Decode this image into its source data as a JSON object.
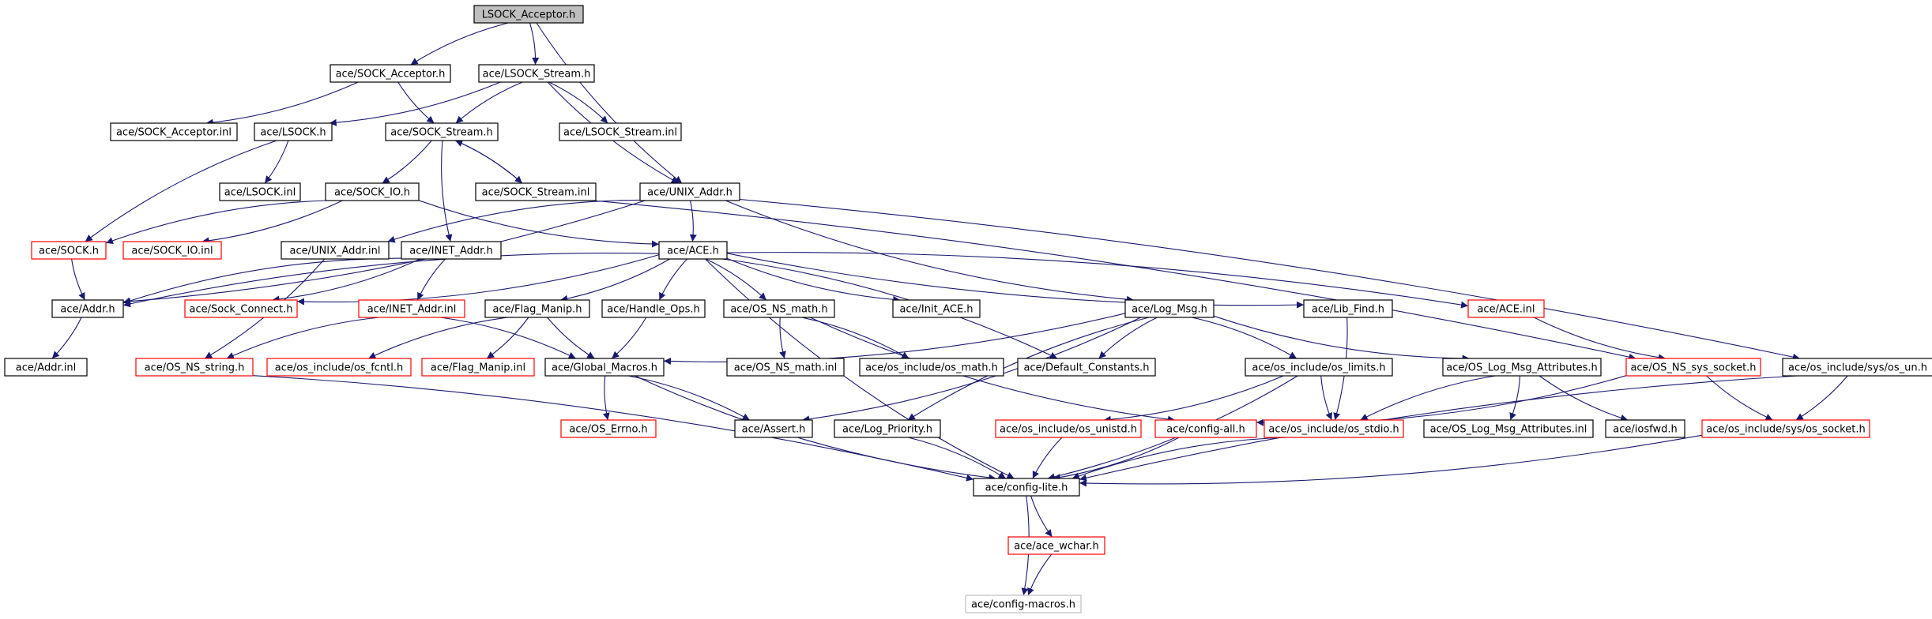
{
  "diagram": {
    "type": "include-dependency-graph",
    "colors": {
      "edge": "#191970",
      "normal_border": "#000000",
      "truncated_border": "#ff0000",
      "missing_border": "#bfbfbf",
      "root_fill": "#bfbfbf",
      "normal_fill": "#ffffff",
      "text": "#000000"
    },
    "nodes": [
      {
        "id": "lsock_acceptor_h",
        "label": "LSOCK_Acceptor.h",
        "style": "root"
      },
      {
        "id": "sock_acceptor_h",
        "label": "ace/SOCK_Acceptor.h",
        "style": "normal"
      },
      {
        "id": "lsock_stream_h",
        "label": "ace/LSOCK_Stream.h",
        "style": "normal"
      },
      {
        "id": "sock_acceptor_inl",
        "label": "ace/SOCK_Acceptor.inl",
        "style": "normal"
      },
      {
        "id": "lsock_h",
        "label": "ace/LSOCK.h",
        "style": "normal"
      },
      {
        "id": "sock_stream_h",
        "label": "ace/SOCK_Stream.h",
        "style": "normal"
      },
      {
        "id": "lsock_stream_inl",
        "label": "ace/LSOCK_Stream.inl",
        "style": "normal"
      },
      {
        "id": "lsock_inl",
        "label": "ace/LSOCK.inl",
        "style": "normal"
      },
      {
        "id": "sock_io_h",
        "label": "ace/SOCK_IO.h",
        "style": "normal"
      },
      {
        "id": "sock_stream_inl",
        "label": "ace/SOCK_Stream.inl",
        "style": "normal"
      },
      {
        "id": "unix_addr_h",
        "label": "ace/UNIX_Addr.h",
        "style": "normal"
      },
      {
        "id": "sock_h",
        "label": "ace/SOCK.h",
        "style": "truncated"
      },
      {
        "id": "sock_io_inl",
        "label": "ace/SOCK_IO.inl",
        "style": "truncated"
      },
      {
        "id": "unix_addr_inl",
        "label": "ace/UNIX_Addr.inl",
        "style": "normal"
      },
      {
        "id": "inet_addr_h",
        "label": "ace/INET_Addr.h",
        "style": "normal"
      },
      {
        "id": "ace_h",
        "label": "ace/ACE.h",
        "style": "normal"
      },
      {
        "id": "addr_h",
        "label": "ace/Addr.h",
        "style": "normal"
      },
      {
        "id": "sock_connect_h",
        "label": "ace/Sock_Connect.h",
        "style": "truncated"
      },
      {
        "id": "inet_addr_inl",
        "label": "ace/INET_Addr.inl",
        "style": "truncated"
      },
      {
        "id": "flag_manip_h",
        "label": "ace/Flag_Manip.h",
        "style": "normal"
      },
      {
        "id": "handle_ops_h",
        "label": "ace/Handle_Ops.h",
        "style": "normal"
      },
      {
        "id": "os_ns_math_h",
        "label": "ace/OS_NS_math.h",
        "style": "normal"
      },
      {
        "id": "init_ace_h",
        "label": "ace/Init_ACE.h",
        "style": "normal"
      },
      {
        "id": "log_msg_h",
        "label": "ace/Log_Msg.h",
        "style": "normal"
      },
      {
        "id": "lib_find_h",
        "label": "ace/Lib_Find.h",
        "style": "normal"
      },
      {
        "id": "ace_inl",
        "label": "ace/ACE.inl",
        "style": "truncated"
      },
      {
        "id": "addr_inl",
        "label": "ace/Addr.inl",
        "style": "normal"
      },
      {
        "id": "os_ns_string_h",
        "label": "ace/OS_NS_string.h",
        "style": "truncated"
      },
      {
        "id": "os_fcntl_h",
        "label": "ace/os_include/os_fcntl.h",
        "style": "truncated"
      },
      {
        "id": "flag_manip_inl",
        "label": "ace/Flag_Manip.inl",
        "style": "truncated"
      },
      {
        "id": "global_macros_h",
        "label": "ace/Global_Macros.h",
        "style": "normal"
      },
      {
        "id": "os_ns_math_inl",
        "label": "ace/OS_NS_math.inl",
        "style": "normal"
      },
      {
        "id": "os_math_h",
        "label": "ace/os_include/os_math.h",
        "style": "normal"
      },
      {
        "id": "default_constants_h",
        "label": "ace/Default_Constants.h",
        "style": "normal"
      },
      {
        "id": "os_limits_h",
        "label": "ace/os_include/os_limits.h",
        "style": "normal"
      },
      {
        "id": "os_log_msg_attributes_h",
        "label": "ace/OS_Log_Msg_Attributes.h",
        "style": "normal"
      },
      {
        "id": "os_ns_sys_socket_h",
        "label": "ace/OS_NS_sys_socket.h",
        "style": "truncated"
      },
      {
        "id": "sys_os_un_h",
        "label": "ace/os_include/sys/os_un.h",
        "style": "normal"
      },
      {
        "id": "os_errno_h",
        "label": "ace/OS_Errno.h",
        "style": "truncated"
      },
      {
        "id": "assert_h",
        "label": "ace/Assert.h",
        "style": "normal"
      },
      {
        "id": "log_priority_h",
        "label": "ace/Log_Priority.h",
        "style": "normal"
      },
      {
        "id": "os_unistd_h",
        "label": "ace/os_include/os_unistd.h",
        "style": "truncated"
      },
      {
        "id": "config_all_h",
        "label": "ace/config-all.h",
        "style": "truncated"
      },
      {
        "id": "os_stdio_h",
        "label": "ace/os_include/os_stdio.h",
        "style": "truncated"
      },
      {
        "id": "os_log_msg_attributes_inl",
        "label": "ace/OS_Log_Msg_Attributes.inl",
        "style": "normal"
      },
      {
        "id": "iosfwd_h",
        "label": "ace/iosfwd.h",
        "style": "normal"
      },
      {
        "id": "sys_os_socket_h",
        "label": "ace/os_include/sys/os_socket.h",
        "style": "truncated"
      },
      {
        "id": "config_lite_h",
        "label": "ace/config-lite.h",
        "style": "normal"
      },
      {
        "id": "ace_wchar_h",
        "label": "ace/ace_wchar.h",
        "style": "truncated"
      },
      {
        "id": "config_macros_h",
        "label": "ace/config-macros.h",
        "style": "missing"
      }
    ],
    "edges": [
      [
        "lsock_acceptor_h",
        "sock_acceptor_h"
      ],
      [
        "lsock_acceptor_h",
        "lsock_stream_h"
      ],
      [
        "lsock_acceptor_h",
        "unix_addr_h"
      ],
      [
        "sock_acceptor_h",
        "sock_acceptor_inl"
      ],
      [
        "sock_acceptor_h",
        "sock_stream_h"
      ],
      [
        "lsock_stream_h",
        "lsock_h"
      ],
      [
        "lsock_stream_h",
        "sock_stream_h"
      ],
      [
        "lsock_stream_h",
        "lsock_stream_inl"
      ],
      [
        "lsock_stream_h",
        "unix_addr_h"
      ],
      [
        "lsock_h",
        "lsock_inl"
      ],
      [
        "lsock_h",
        "sock_h"
      ],
      [
        "sock_stream_h",
        "sock_io_h"
      ],
      [
        "sock_stream_h",
        "inet_addr_h"
      ],
      [
        "sock_stream_h",
        "sock_stream_inl"
      ],
      [
        "sock_stream_inl",
        "sock_stream_h"
      ],
      [
        "sock_stream_inl",
        "os_ns_sys_socket_h"
      ],
      [
        "sock_io_h",
        "sock_h"
      ],
      [
        "sock_io_h",
        "sock_io_inl"
      ],
      [
        "sock_io_h",
        "ace_h"
      ],
      [
        "unix_addr_h",
        "addr_h"
      ],
      [
        "unix_addr_h",
        "unix_addr_inl"
      ],
      [
        "unix_addr_h",
        "ace_h"
      ],
      [
        "unix_addr_h",
        "log_msg_h"
      ],
      [
        "unix_addr_h",
        "sys_os_un_h"
      ],
      [
        "sock_h",
        "addr_h"
      ],
      [
        "unix_addr_inl",
        "os_ns_string_h"
      ],
      [
        "inet_addr_h",
        "addr_h"
      ],
      [
        "inet_addr_h",
        "sock_connect_h"
      ],
      [
        "inet_addr_h",
        "inet_addr_inl"
      ],
      [
        "ace_h",
        "sock_connect_h"
      ],
      [
        "ace_h",
        "addr_h"
      ],
      [
        "ace_h",
        "flag_manip_h"
      ],
      [
        "ace_h",
        "handle_ops_h"
      ],
      [
        "ace_h",
        "os_ns_math_h"
      ],
      [
        "ace_h",
        "init_ace_h"
      ],
      [
        "ace_h",
        "default_constants_h"
      ],
      [
        "ace_h",
        "lib_find_h"
      ],
      [
        "ace_h",
        "ace_inl"
      ],
      [
        "ace_h",
        "config_lite_h"
      ],
      [
        "addr_h",
        "addr_inl"
      ],
      [
        "inet_addr_inl",
        "os_ns_string_h"
      ],
      [
        "inet_addr_inl",
        "global_macros_h"
      ],
      [
        "flag_manip_h",
        "os_fcntl_h"
      ],
      [
        "flag_manip_h",
        "flag_manip_inl"
      ],
      [
        "flag_manip_h",
        "global_macros_h"
      ],
      [
        "handle_ops_h",
        "global_macros_h"
      ],
      [
        "os_ns_math_h",
        "os_ns_math_inl"
      ],
      [
        "os_ns_math_h",
        "os_math_h"
      ],
      [
        "os_ns_math_h",
        "config_all_h"
      ],
      [
        "log_msg_h",
        "global_macros_h"
      ],
      [
        "log_msg_h",
        "default_constants_h"
      ],
      [
        "log_msg_h",
        "os_limits_h"
      ],
      [
        "log_msg_h",
        "os_log_msg_attributes_h"
      ],
      [
        "log_msg_h",
        "assert_h"
      ],
      [
        "log_msg_h",
        "log_priority_h"
      ],
      [
        "lib_find_h",
        "os_stdio_h"
      ],
      [
        "ace_inl",
        "os_ns_sys_socket_h"
      ],
      [
        "os_ns_string_h",
        "config_lite_h"
      ],
      [
        "global_macros_h",
        "os_errno_h"
      ],
      [
        "global_macros_h",
        "assert_h"
      ],
      [
        "global_macros_h",
        "config_lite_h"
      ],
      [
        "os_limits_h",
        "os_unistd_h"
      ],
      [
        "os_limits_h",
        "os_stdio_h"
      ],
      [
        "os_limits_h",
        "config_lite_h"
      ],
      [
        "os_log_msg_attributes_h",
        "os_stdio_h"
      ],
      [
        "os_log_msg_attributes_h",
        "os_log_msg_attributes_inl"
      ],
      [
        "os_log_msg_attributes_h",
        "iosfwd_h"
      ],
      [
        "os_ns_sys_socket_h",
        "config_all_h"
      ],
      [
        "os_ns_sys_socket_h",
        "sys_os_socket_h"
      ],
      [
        "sys_os_un_h",
        "sys_os_socket_h"
      ],
      [
        "sys_os_un_h",
        "config_lite_h"
      ],
      [
        "log_priority_h",
        "config_lite_h"
      ],
      [
        "os_unistd_h",
        "config_lite_h"
      ],
      [
        "config_all_h",
        "config_lite_h"
      ],
      [
        "os_stdio_h",
        "config_lite_h"
      ],
      [
        "sys_os_socket_h",
        "config_lite_h"
      ],
      [
        "config_lite_h",
        "ace_wchar_h"
      ],
      [
        "config_lite_h",
        "config_macros_h"
      ],
      [
        "ace_wchar_h",
        "config_macros_h"
      ]
    ]
  }
}
